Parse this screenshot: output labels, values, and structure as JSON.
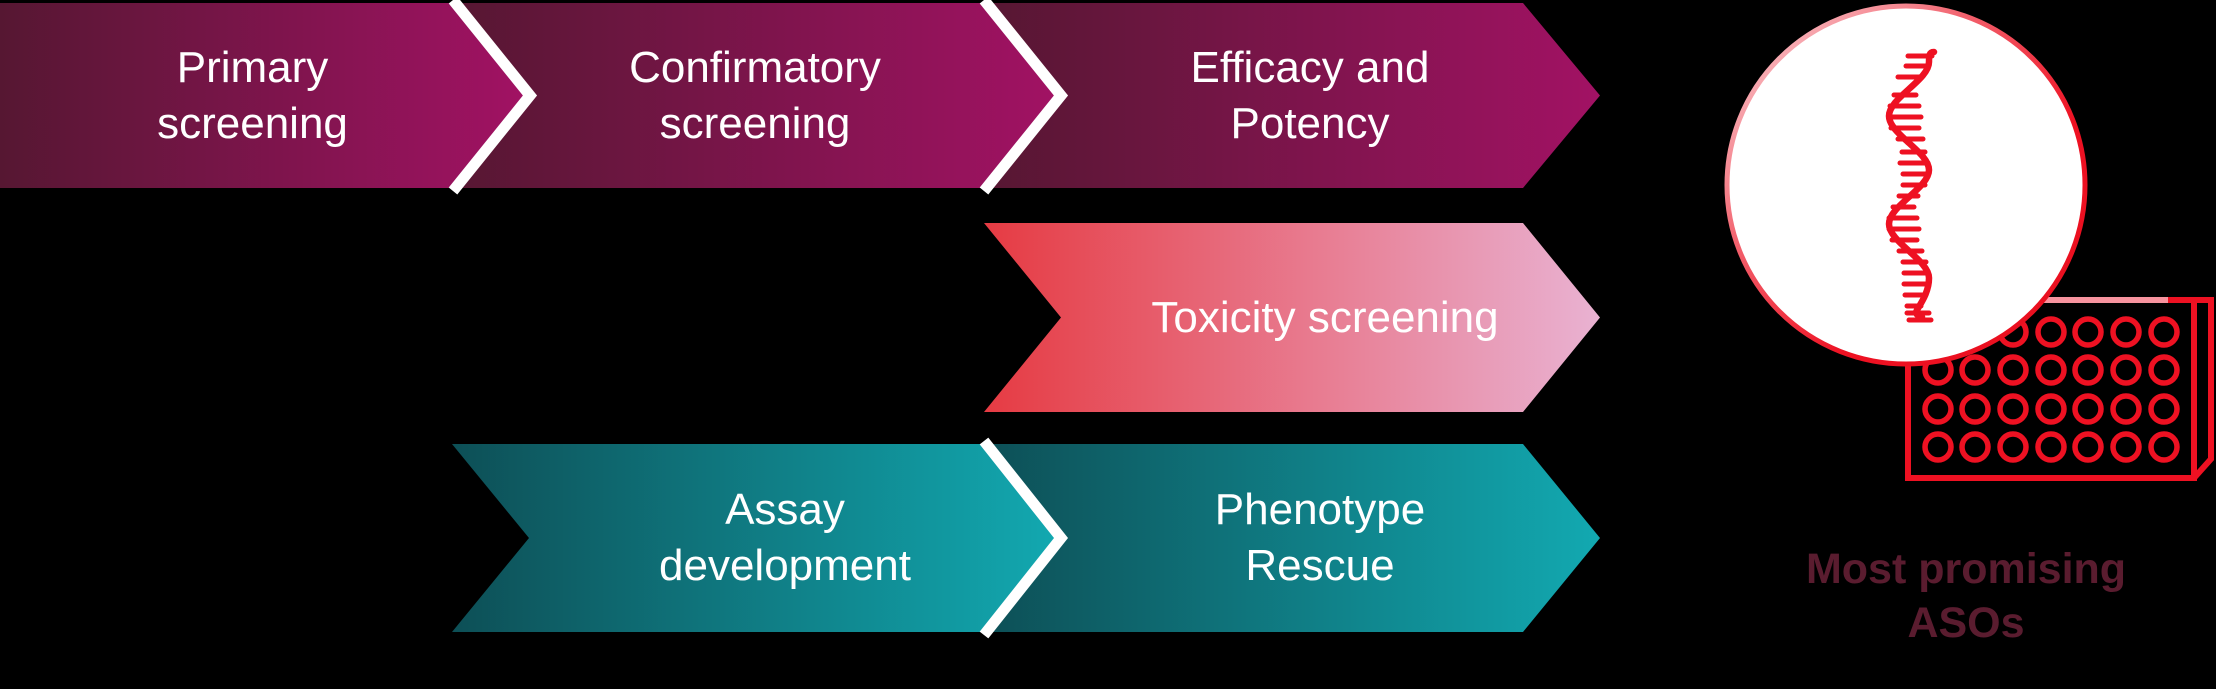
{
  "title": "ASO screening pipeline diagram",
  "background_color": "#000000",
  "pipeline": {
    "text_color": "#ffffff",
    "row1": {
      "name": "screening-row",
      "gradient": {
        "from": "#561732",
        "to": "#a21264"
      },
      "steps": [
        {
          "label": "Primary\nscreening"
        },
        {
          "label": "Confirmatory\nscreening"
        },
        {
          "label": "Efficacy and\nPotency"
        }
      ]
    },
    "row2": {
      "name": "toxicity-row",
      "gradient": {
        "from": "#e63b43",
        "to": "#e9b2d2"
      },
      "steps": [
        {
          "label": "Toxicity screening"
        }
      ]
    },
    "row3": {
      "name": "assay-row",
      "gradient": {
        "from": "#0d4f56",
        "to": "#12a9b1"
      },
      "steps": [
        {
          "label": "Assay\ndevelopment"
        },
        {
          "label": "Phenotype\nRescue"
        }
      ]
    }
  },
  "result": {
    "caption": "Most promising\nASOs",
    "caption_color": "#5a1c2f",
    "accent_red": "#ee1122",
    "icons": [
      {
        "name": "aso-strand-icon",
        "description": "single-stranded oligonucleotide in white circle",
        "color": "#ee1122"
      },
      {
        "name": "microplate-icon",
        "description": "well plate outline",
        "color": "#ee1122",
        "well_rows": 4,
        "well_columns": 7
      }
    ]
  }
}
